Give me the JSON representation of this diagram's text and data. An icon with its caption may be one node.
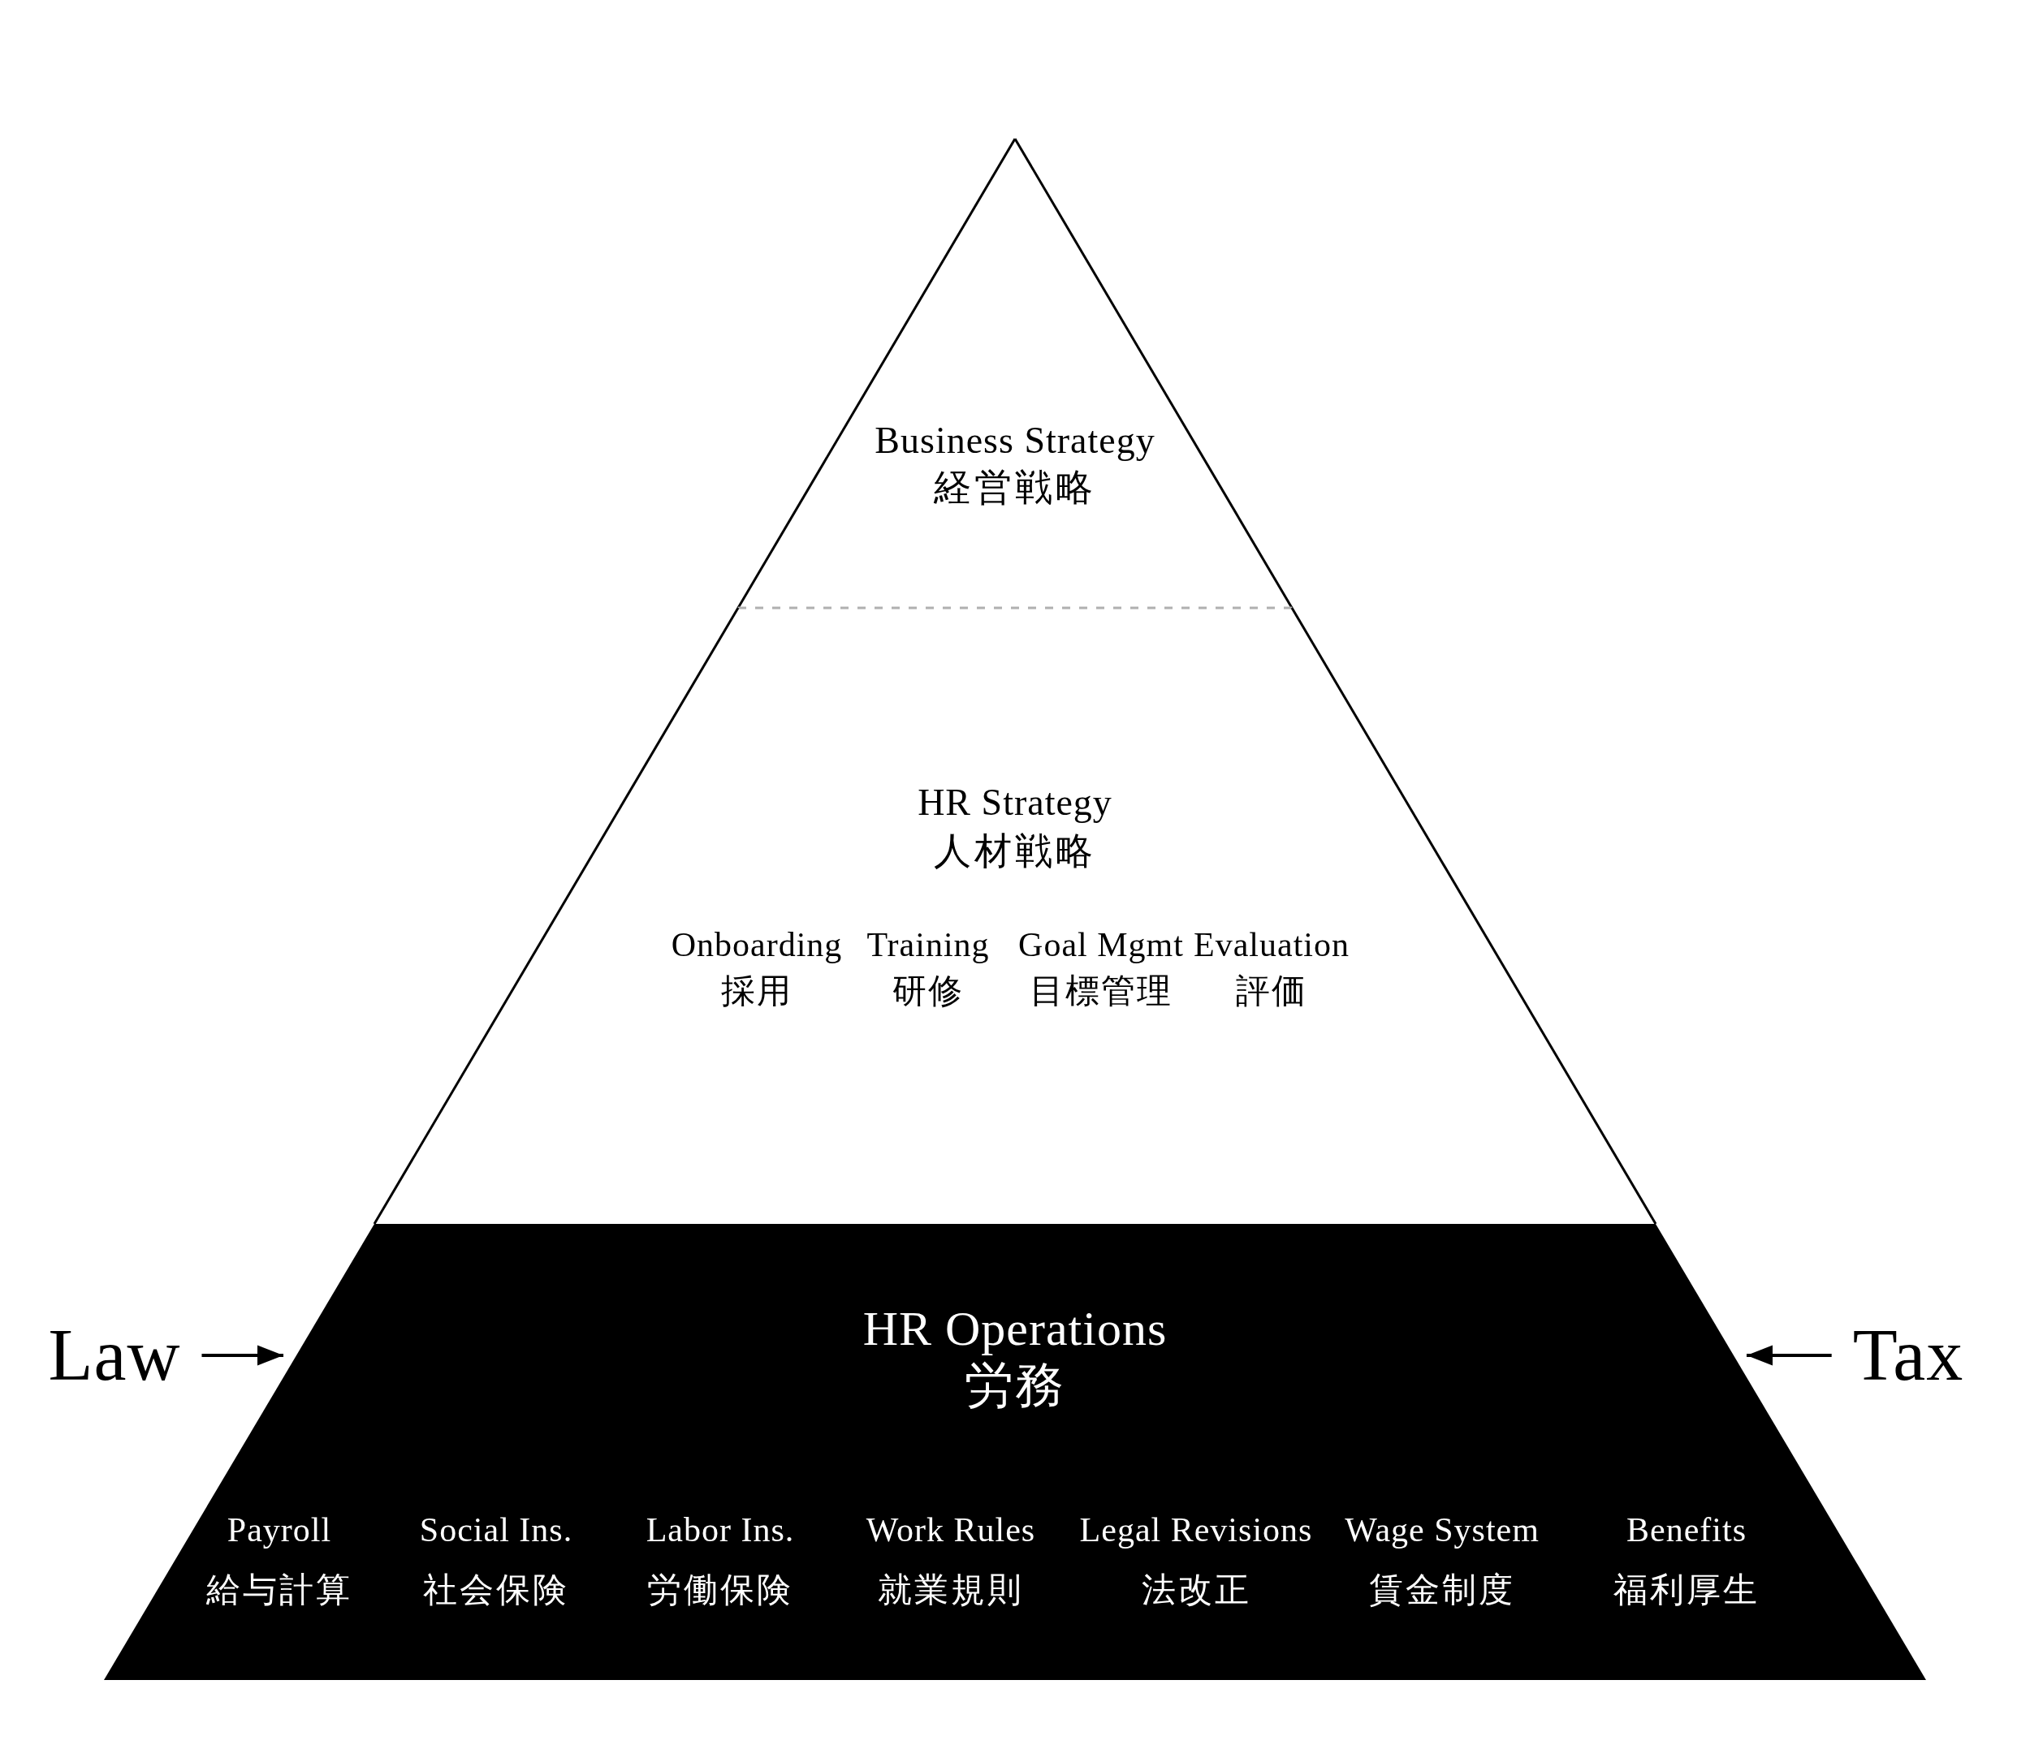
{
  "diagram": {
    "nodes": [
      {
        "text": [
          "Business Strategy",
          "経営戦略"
        ]
      },
      {
        "text": [
          "HR Strategy",
          "人材戦略",
          "Onboarding",
          "採用",
          "Training",
          "研修",
          "Goal Mgmt",
          "目標管理",
          "Evaluation",
          "評価"
        ]
      },
      {
        "text": [
          "HR Operations",
          "労務",
          "Payroll",
          "給与計算",
          "Social Ins.",
          "社会保険",
          "Labor Ins.",
          "労働保険",
          "Work Rules",
          "就業規則",
          "Legal Revisions",
          "法改正",
          "Wage System",
          "賃金制度",
          "Benefits",
          "福利厚生"
        ]
      },
      {
        "text": [
          "Law"
        ]
      },
      {
        "text": [
          "Tax"
        ]
      }
    ],
    "edges": [
      {
        "from": 3,
        "to": 2,
        "arrow": "to"
      },
      {
        "from": 4,
        "to": 2,
        "arrow": "to"
      }
    ]
  }
}
